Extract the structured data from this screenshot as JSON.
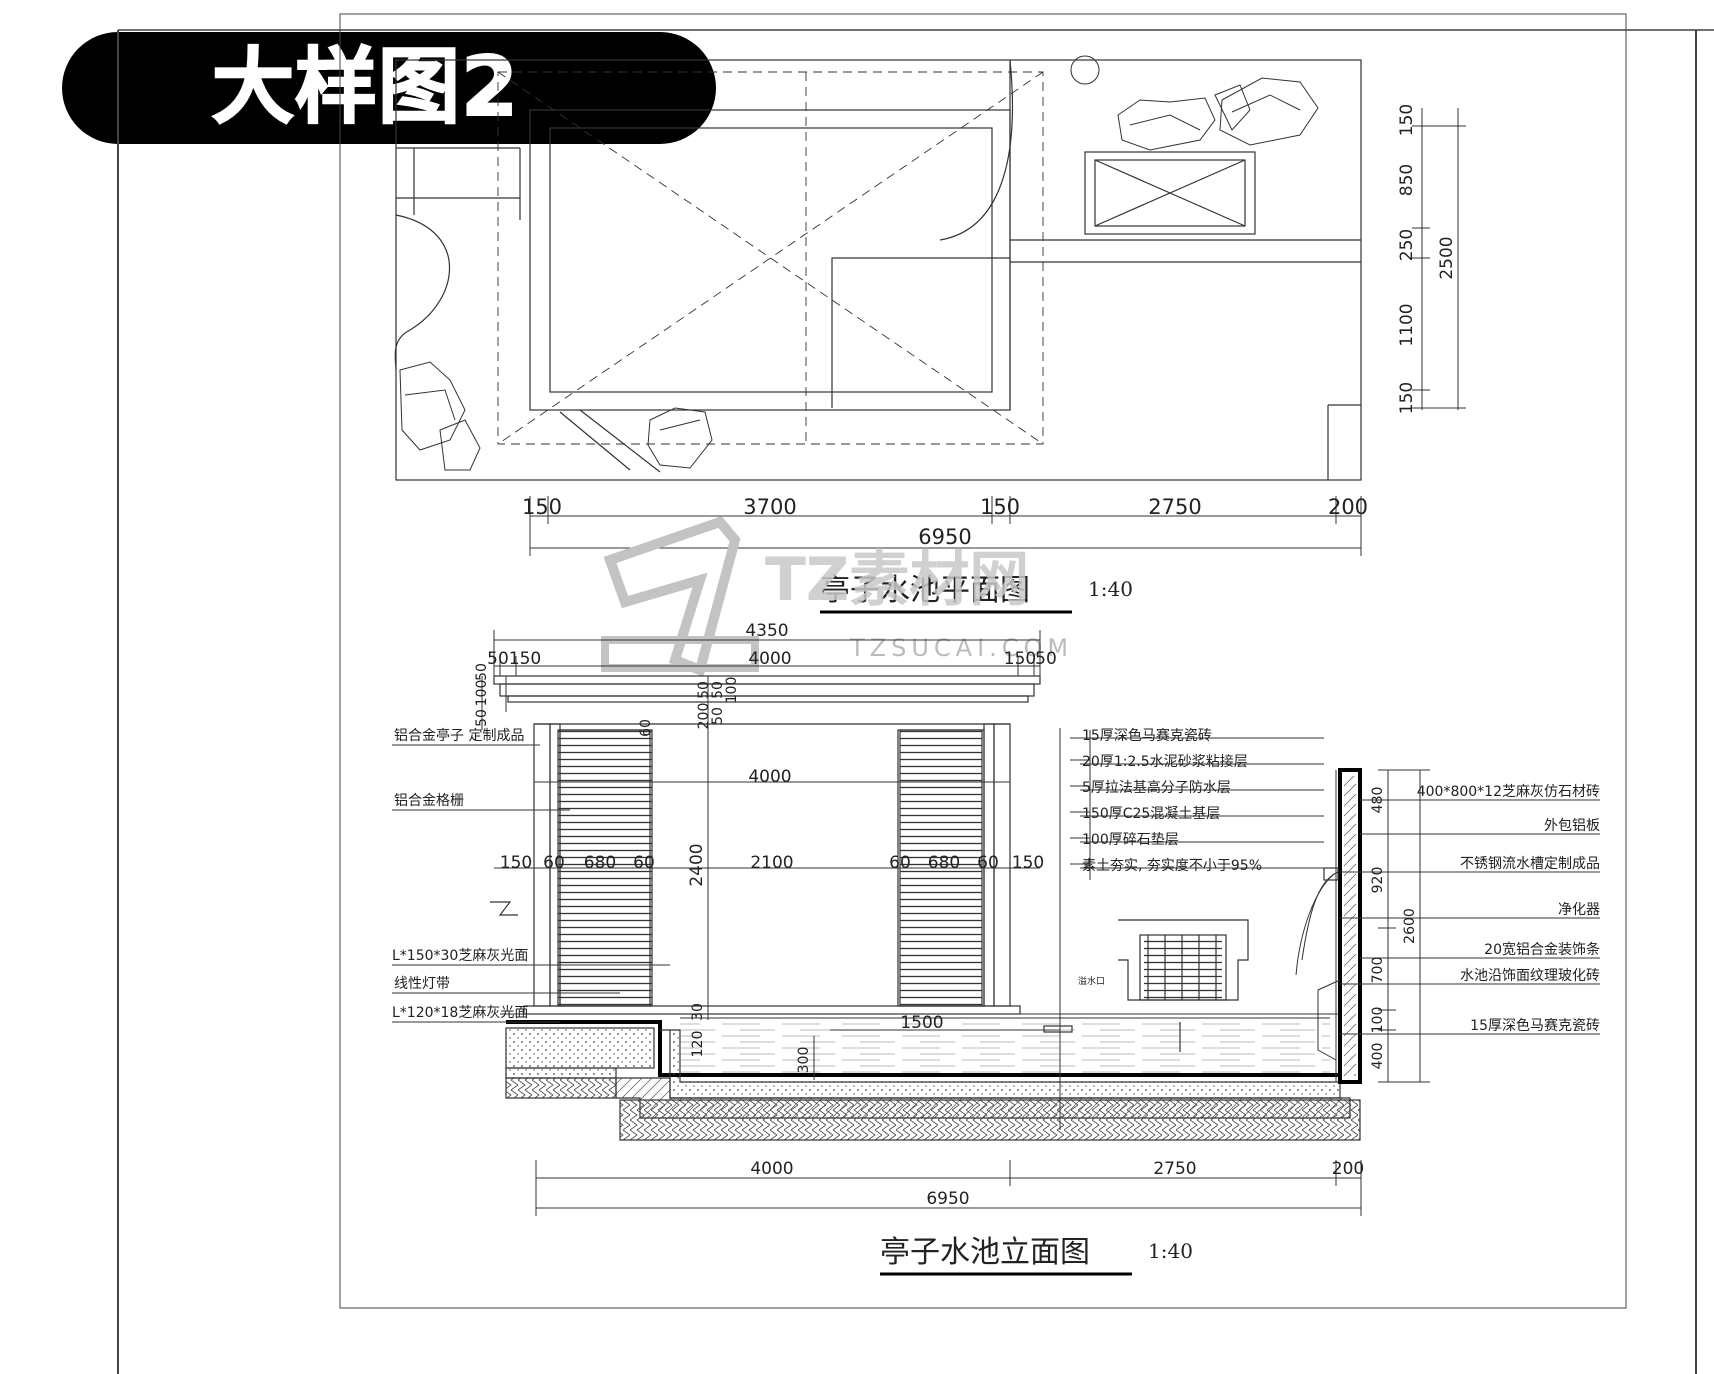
{
  "banner": {
    "title": "大样图2"
  },
  "watermark": {
    "brand": "TZ素材网",
    "url": "TZSUCAI.COM"
  },
  "plan": {
    "title": "亭子水池平面图",
    "scale": "1:40",
    "dims_bottom": [
      "150",
      "3700",
      "150",
      "2750",
      "200"
    ],
    "dim_total": "6950",
    "dims_right": [
      "150",
      "850",
      "250",
      "1100",
      "150"
    ],
    "dim_right_total": "2500"
  },
  "elevation": {
    "title": "亭子水池立面图",
    "scale": "1:40",
    "dim_top_total": "4350",
    "dims_top": [
      "50",
      "150",
      "4000",
      "150",
      "50"
    ],
    "dims_left_vert": [
      "50",
      "100",
      "50"
    ],
    "dims_roof_vert": [
      "50",
      "200",
      "50",
      "100",
      "50"
    ],
    "dim_grill_inner": "60",
    "dim_inner_width": "4000",
    "dims_mid": [
      "150",
      "60",
      "680",
      "60",
      "2100",
      "60",
      "680",
      "60",
      "150"
    ],
    "dim_height": "2400",
    "dim_base": "30",
    "dim_deck": "120",
    "dim_pool_width": "1500",
    "dim_pool_depth": "300",
    "dims_bottom": [
      "4000",
      "2750",
      "200"
    ],
    "dim_total": "6950",
    "dims_right": [
      "480",
      "920",
      "700",
      "100",
      "400"
    ],
    "dim_right_total": "2600",
    "overflow_label": "溢水口",
    "labels_left": [
      "铝合金亭子  定制成品",
      "铝合金格栅",
      "L*150*30芝麻灰光面",
      "线性灯带",
      "L*120*18芝麻灰光面"
    ],
    "labels_layers": [
      "15厚深色马赛克瓷砖",
      "20厚1:2.5水泥砂浆粘接层",
      "5厚拉法基高分子防水层",
      "150厚C25混凝土基层",
      "100厚碎石垫层",
      "素土夯实, 夯实度不小于95%"
    ],
    "labels_right": [
      "400*800*12芝麻灰仿石材砖",
      "外包铝板",
      "不锈钢流水槽定制成品",
      "净化器",
      "20宽铝合金装饰条",
      "水池沿饰面纹理玻化砖",
      "15厚深色马赛克瓷砖"
    ]
  }
}
